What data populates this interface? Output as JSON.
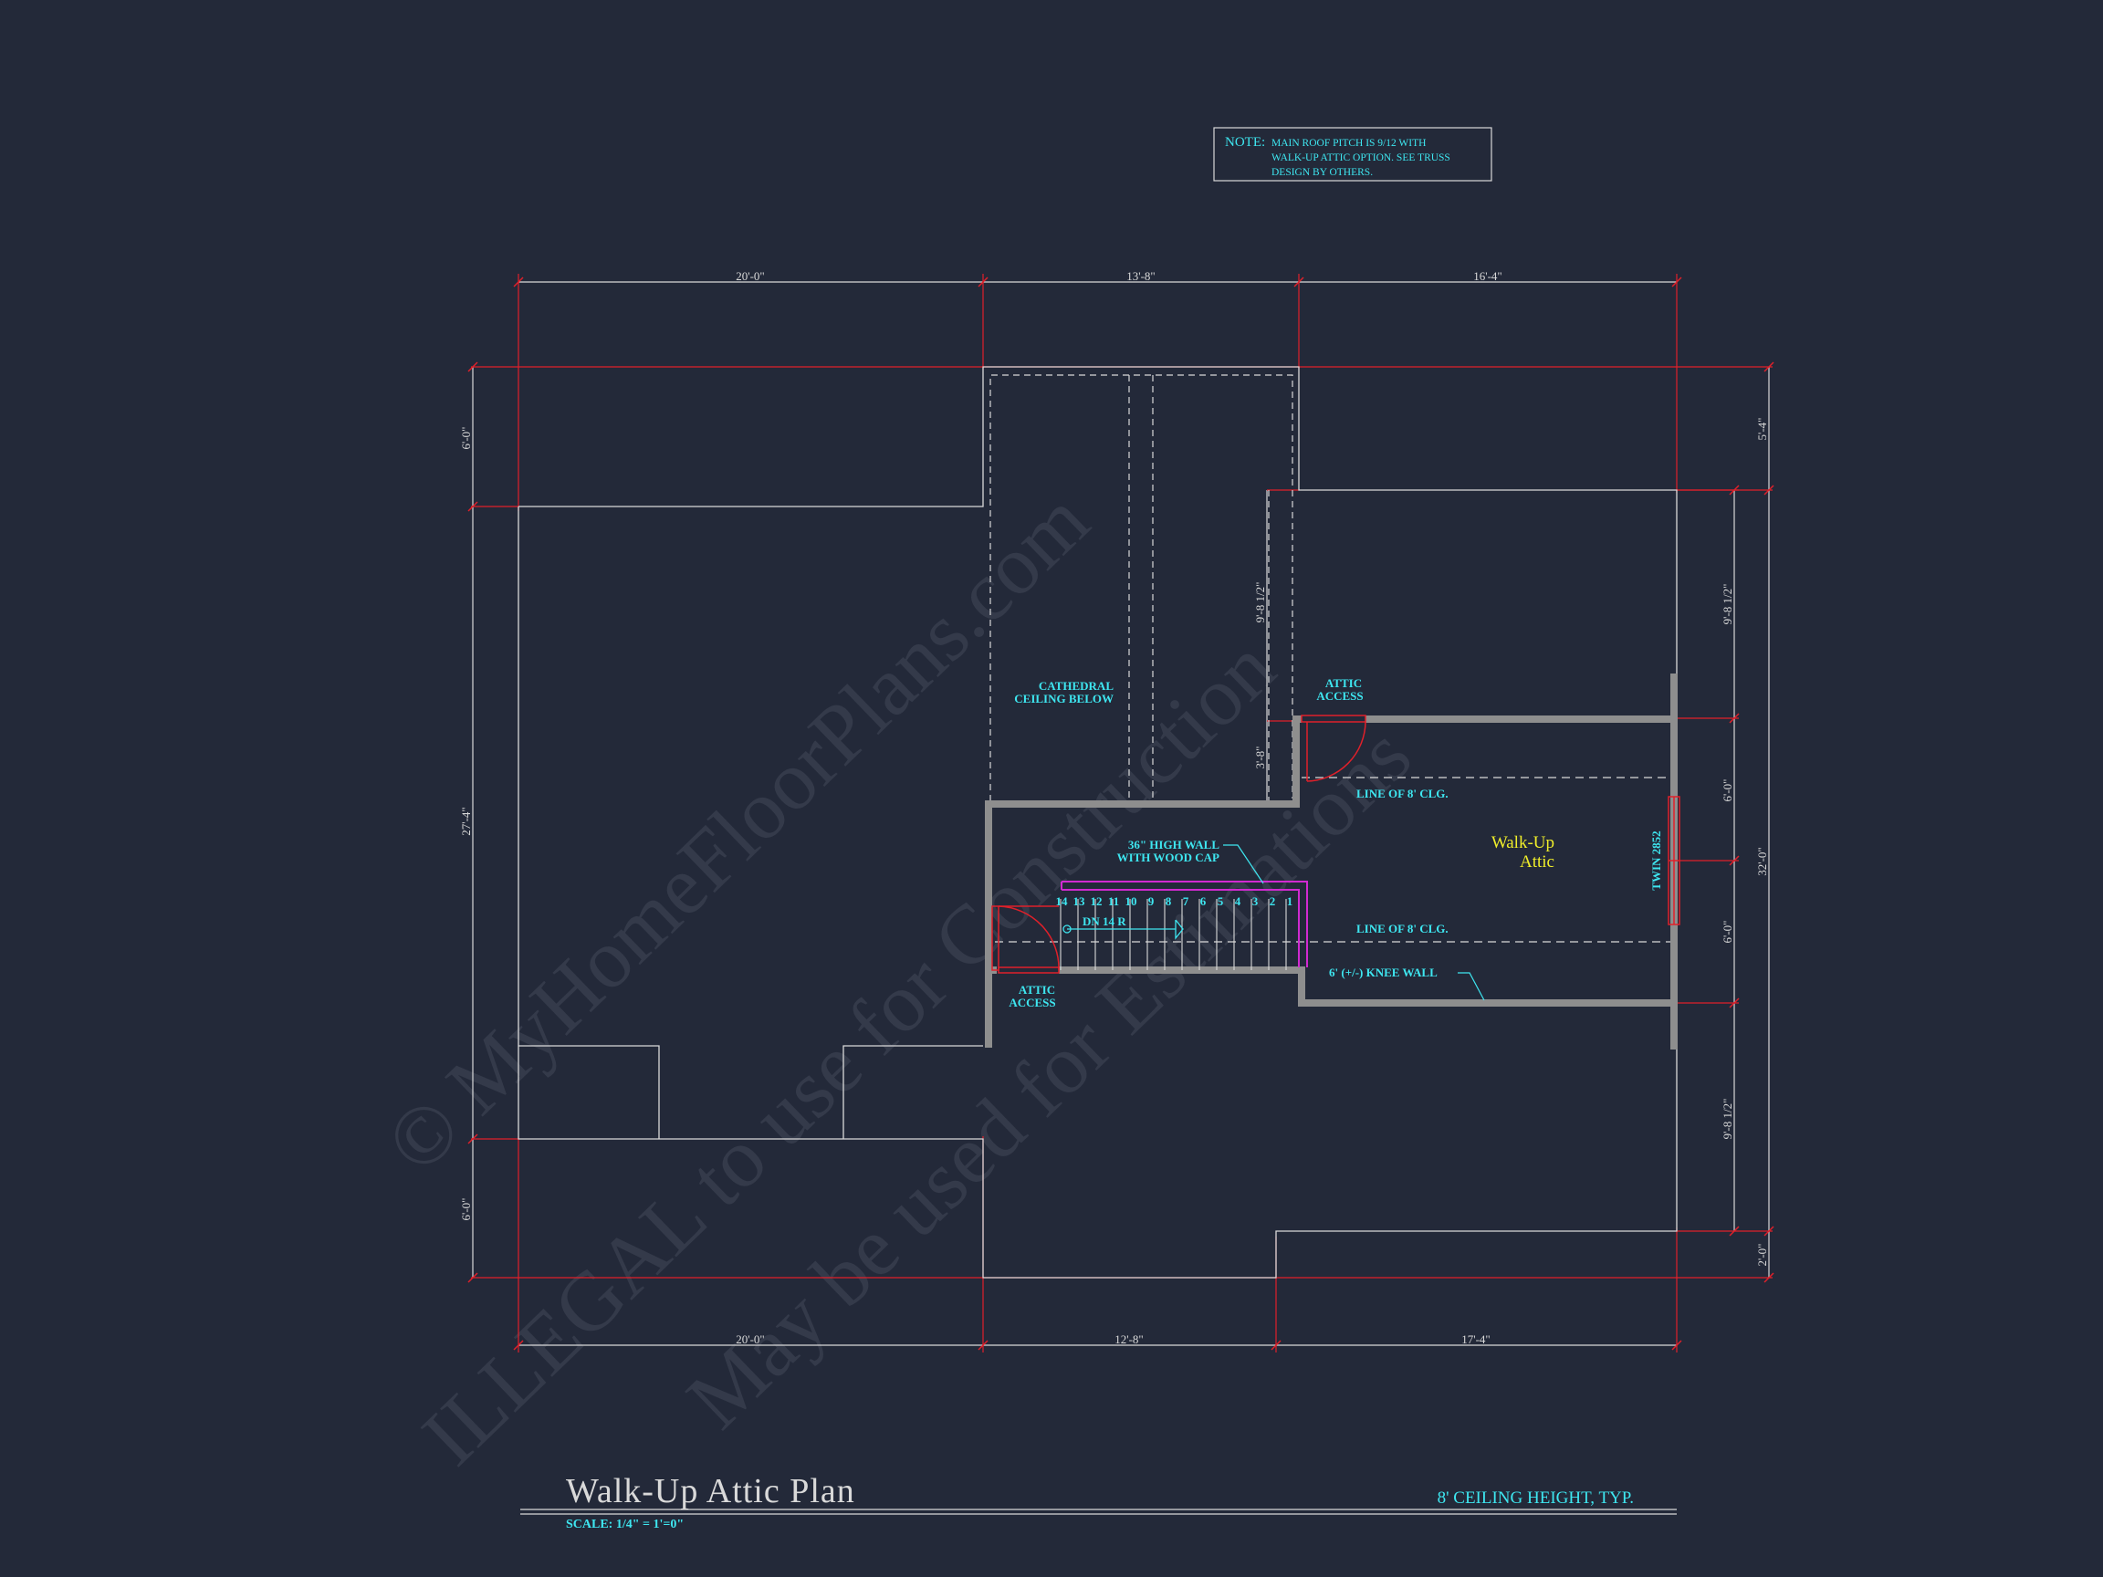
{
  "note": {
    "heading": "NOTE:",
    "lines": [
      "MAIN ROOF PITCH IS 9/12 WITH",
      "WALK-UP ATTIC OPTION.  SEE TRUSS",
      "DESIGN BY OTHERS."
    ]
  },
  "dimensions": {
    "top": [
      "20'-0\"",
      "13'-8\"",
      "16'-4\""
    ],
    "bottom": [
      "20'-0\"",
      "12'-8\"",
      "17'-4\""
    ],
    "left": [
      "6'-0\"",
      "27'-4\"",
      "6'-0\""
    ],
    "right_inner": [
      "9'-8 1/2\"",
      "6'-0\"",
      "6'-0\"",
      "9'-8 1/2\""
    ],
    "right_outer": [
      "5'-4\"",
      "32'-0\"",
      "2'-0\""
    ],
    "interior_upper": "9'-8 1/2\"",
    "interior_lower": "3'-8\""
  },
  "labels": {
    "cathedral": [
      "CATHEDRAL",
      "CEILING BELOW"
    ],
    "attic_access_top": [
      "ATTIC",
      "ACCESS"
    ],
    "attic_access_bottom": [
      "ATTIC",
      "ACCESS"
    ],
    "line_clg_top": "LINE OF 8' CLG.",
    "line_clg_bottom": "LINE OF 8' CLG.",
    "high_wall": [
      "36\" HIGH WALL",
      "WITH WOOD CAP"
    ],
    "stairs_down": "DN 14 R",
    "knee_wall": "6' (+/-) KNEE WALL",
    "twin_window": "TWIN 2852",
    "room_name": [
      "Walk-Up",
      "Attic"
    ],
    "stair_numbers": [
      "14",
      "13",
      "12",
      "11",
      "10",
      "9",
      "8",
      "7",
      "6",
      "5",
      "4",
      "3",
      "2",
      "1"
    ]
  },
  "title_block": {
    "title": "Walk-Up Attic Plan",
    "scale": "SCALE: 1/4\" = 1'=0\"",
    "ceiling_height": "8' CEILING HEIGHT, TYP."
  },
  "watermark": [
    "© MyHomeFloorPlans.com",
    "ILLEGAL to use for Construction",
    "May be used for Estimations"
  ],
  "colors": {
    "background": "#232939",
    "outline": "#d9d9d9",
    "dimension_line": "#e0202a",
    "text_cyan": "#3ee6f0",
    "room_yellow": "#f0ee2a",
    "wall_gray": "#8e8e8e",
    "railing_magenta": "#d12ad1"
  }
}
